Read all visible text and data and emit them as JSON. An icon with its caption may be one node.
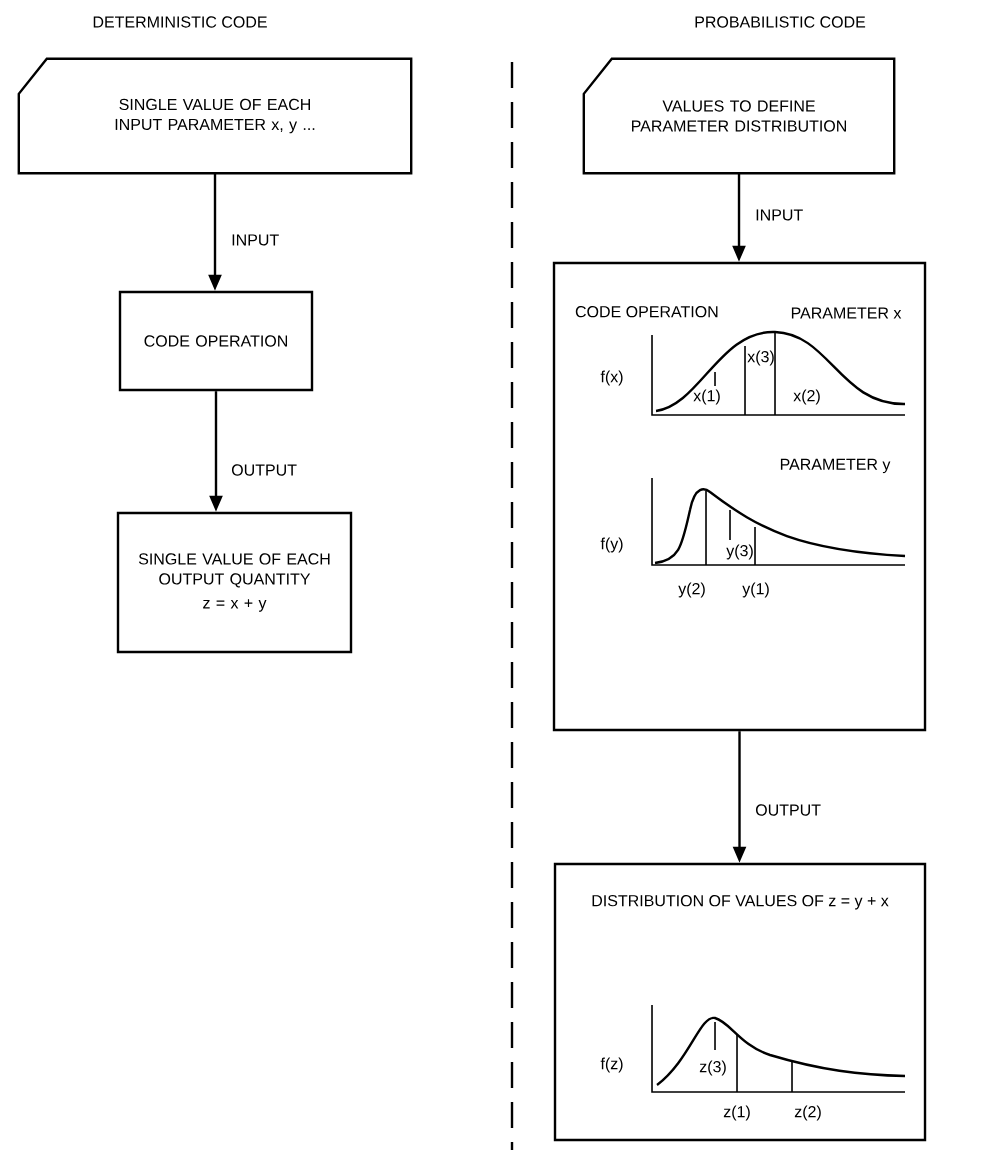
{
  "diagram": {
    "nodes": [
      {
        "text": [
          "SINGLE VALUE OF EACH INPUT PARAMETER x, y ..."
        ]
      },
      {
        "text": [
          "CODE OPERATION"
        ]
      },
      {
        "text": [
          "SINGLE VALUE OF EACH OUTPUT QUANTITY",
          "z = x + y"
        ]
      },
      {
        "text": [
          "VALUES TO DEFINE PARAMETER DISTRIBUTION"
        ]
      },
      {
        "text": [
          "CODE OPERATION"
        ]
      },
      {
        "text": [
          "DISTRIBUTION OF VALUES OF z = y + x"
        ]
      }
    ],
    "edges": [
      {
        "from": 0,
        "to": 1,
        "arrow": "to",
        "label": "INPUT"
      },
      {
        "from": 1,
        "to": 2,
        "arrow": "to",
        "label": "OUTPUT"
      },
      {
        "from": 3,
        "to": 4,
        "arrow": "to",
        "label": "INPUT"
      },
      {
        "from": 4,
        "to": 5,
        "arrow": "to",
        "label": "OUTPUT"
      }
    ],
    "labels": [
      "DETERMINISTIC CODE",
      "PROBABILISTIC CODE",
      "PARAMETER x",
      "f(x)",
      "x(3)",
      "x(1)",
      "x(2)",
      "PARAMETER y",
      "f(y)",
      "y(3)",
      "y(2)",
      "y(1)",
      "f(z)",
      "z(3)",
      "z(1)",
      "z(2)"
    ]
  }
}
